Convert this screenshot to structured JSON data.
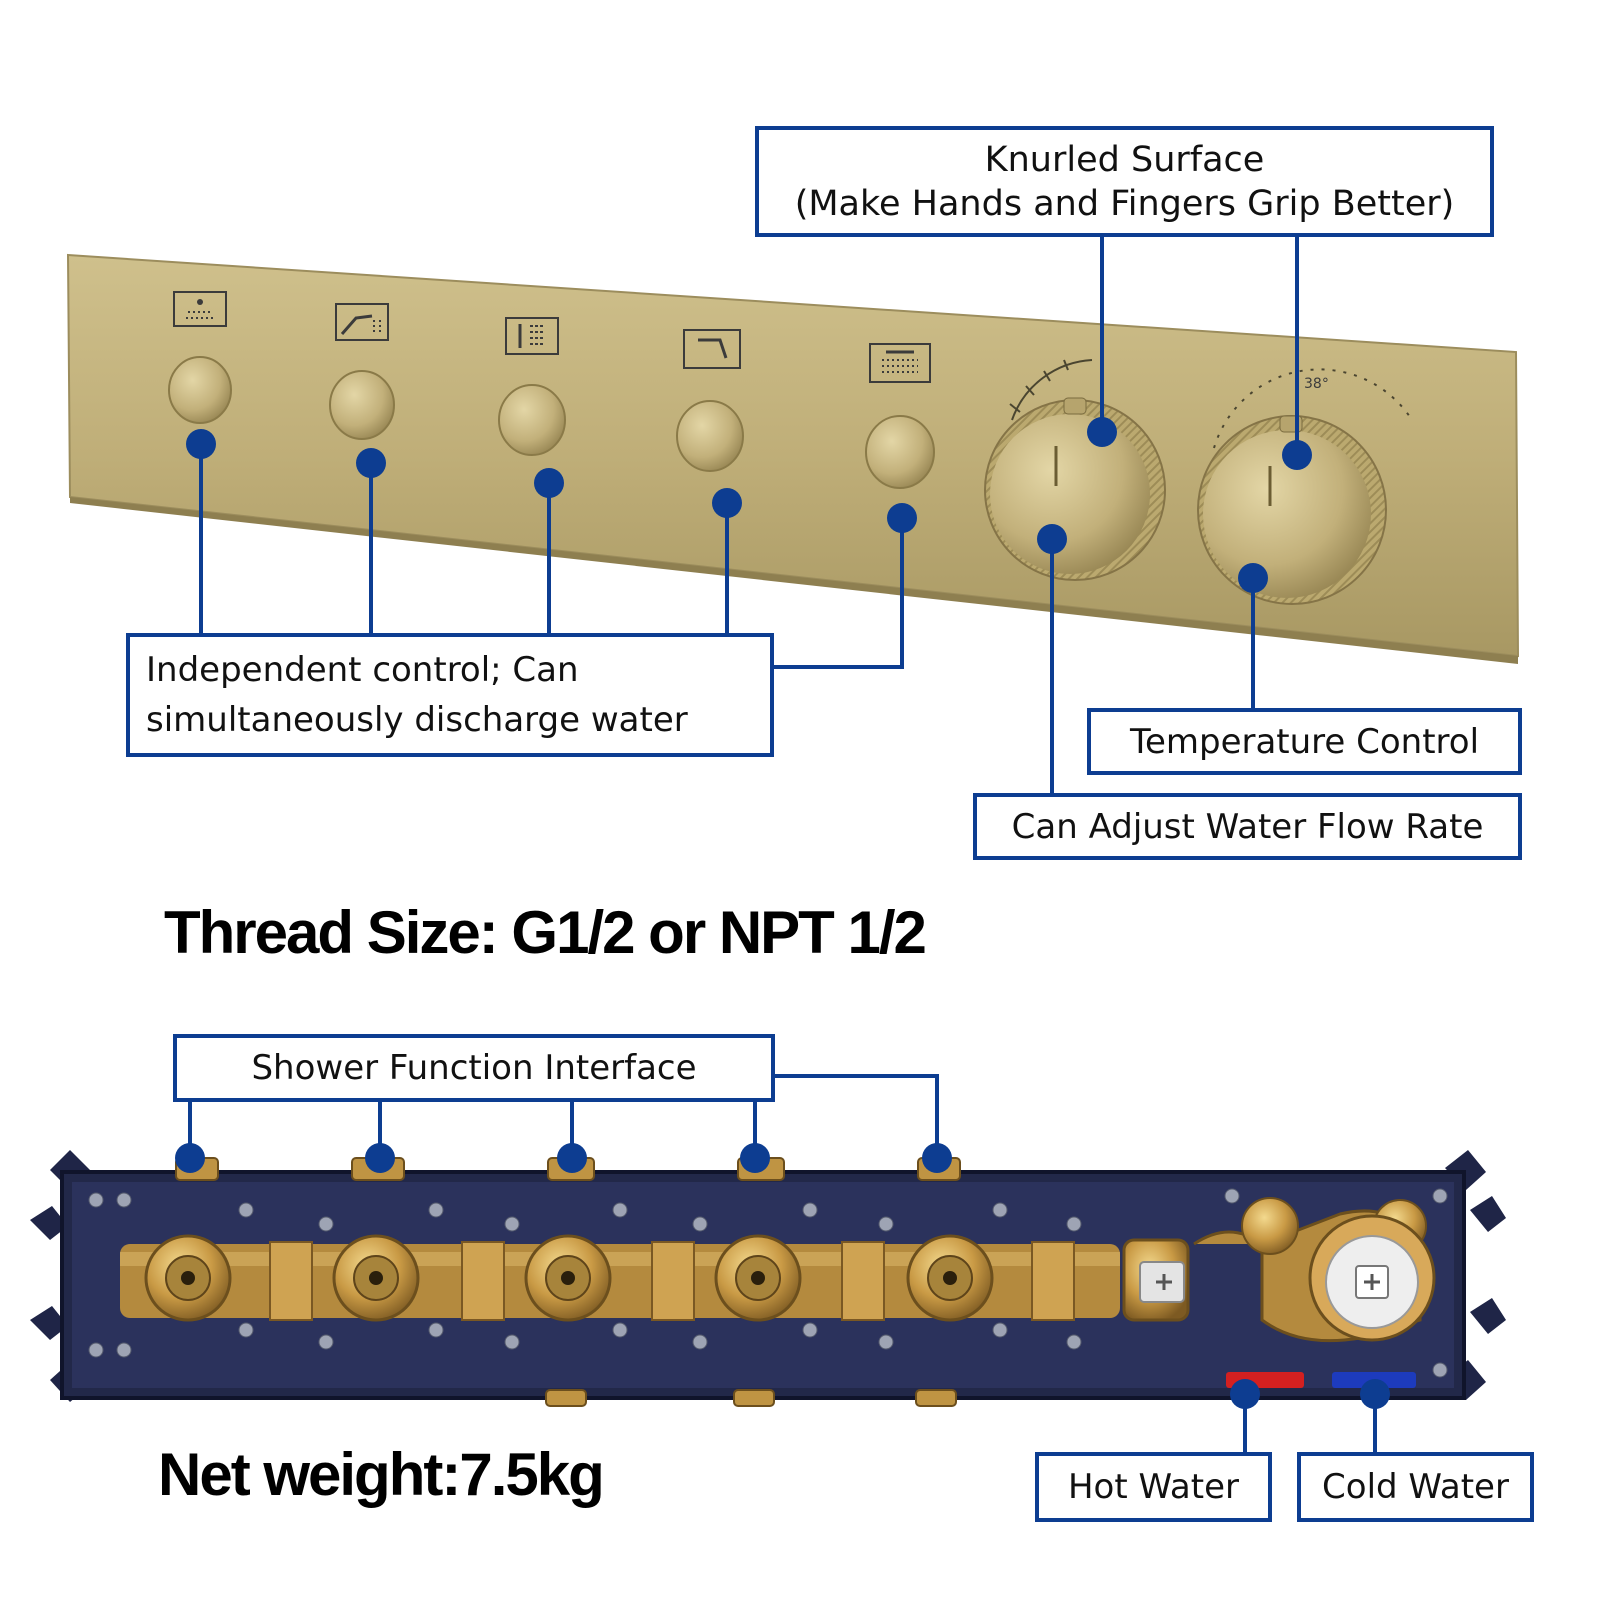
{
  "callouts": {
    "knurled": {
      "line1": "Knurled Surface",
      "line2": "(Make Hands and Fingers Grip Better)"
    },
    "independent": {
      "line1": "Independent control; Can",
      "line2": "simultaneously discharge water"
    },
    "temperature": "Temperature Control",
    "flow": "Can Adjust Water Flow Rate",
    "interface": "Shower Function Interface",
    "hot": "Hot Water",
    "cold": "Cold Water"
  },
  "specs": {
    "thread": "Thread Size: G1/2 or NPT 1/2",
    "weight": "Net weight:7.5kg"
  },
  "dial": {
    "temperature_mark": "38°"
  },
  "icons": [
    "handshower-icon",
    "shower-arm-icon",
    "body-jet-icon",
    "spout-icon",
    "rain-shower-icon"
  ],
  "colors": {
    "callout": "#0d3d91",
    "plate": "#c2b17c",
    "box": "#232a4f",
    "brass": "#c9a050",
    "hot": "#d42020",
    "cold": "#1d3bbd"
  }
}
